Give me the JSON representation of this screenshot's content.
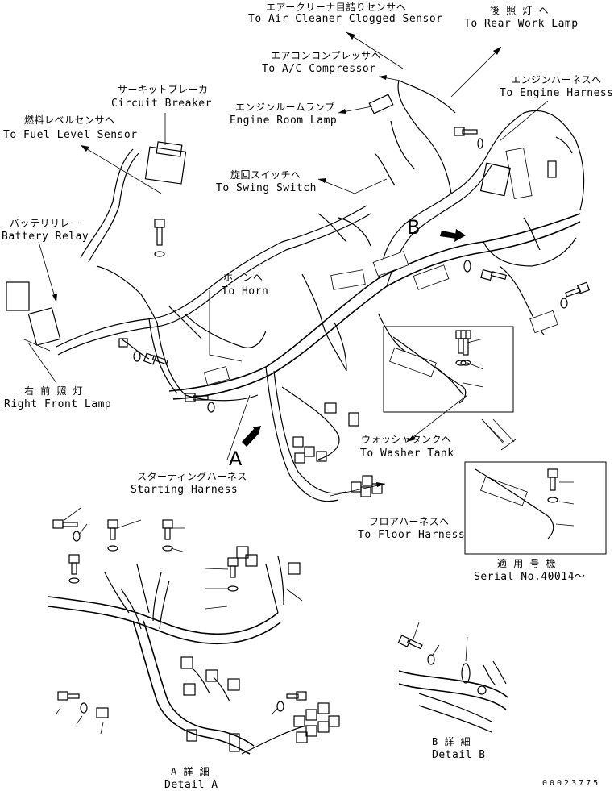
{
  "labels": {
    "air_cleaner_jp": "エアークリーナ目詰りセンサヘ",
    "air_cleaner_en": "To Air Cleaner Clogged Sensor",
    "rear_lamp_jp": "後 照 灯 へ",
    "rear_lamp_en": "To Rear Work Lamp",
    "ac_comp_jp": "エアコンコンプレッサへ",
    "ac_comp_en": "To A/C Compressor",
    "engine_harness_jp": "エンジンハーネスへ",
    "engine_harness_en": "To Engine Harness",
    "circuit_breaker_jp": "サーキットブレーカ",
    "circuit_breaker_en": "Circuit Breaker",
    "engine_room_lamp_jp": "エンジンルームランプ",
    "engine_room_lamp_en": "Engine Room Lamp",
    "fuel_level_jp": "燃料レベルセンサヘ",
    "fuel_level_en": "To Fuel Level Sensor",
    "swing_switch_jp": "旋回スイッチへ",
    "swing_switch_en": "To Swing Switch",
    "battery_relay_jp": "バッテリリレー",
    "battery_relay_en": "Battery Relay",
    "horn_jp": "ホーンへ",
    "horn_en": "To Horn",
    "right_front_lamp_jp": "右 前 照 灯",
    "right_front_lamp_en": "Right Front Lamp",
    "washer_tank_jp": "ウォッシャタンクへ",
    "washer_tank_en": "To Washer Tank",
    "starting_harness_jp": "スターティングハーネス",
    "starting_harness_en": "Starting Harness",
    "floor_harness_jp": "フロアハーネスへ",
    "floor_harness_en": "To Floor Harness",
    "serial_jp": "適 用 号 機",
    "serial_en": "Serial No.40014～",
    "detail_a_jp": "A 詳 細",
    "detail_a_en": "Detail A",
    "detail_b_jp": "B 詳 細",
    "detail_b_en": "Detail B",
    "marker_a": "A",
    "marker_b": "B",
    "part_number": "00023775"
  }
}
